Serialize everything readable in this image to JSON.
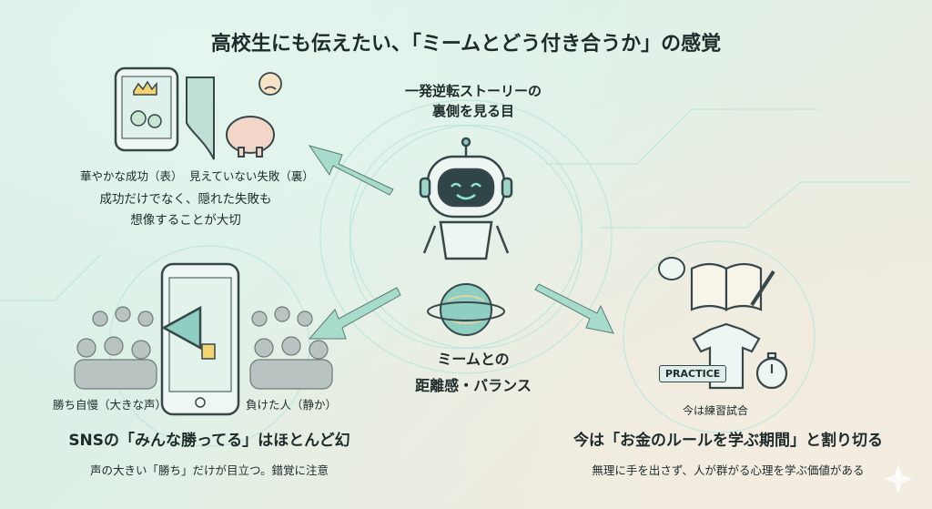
{
  "title": "高校生にも伝えたい、「ミームとどう付き合うか」の感覚",
  "top_left": {
    "label_front": "華やかな成功（表）",
    "label_back": "見えていない失敗（裏）",
    "message_line1": "成功だけでなく、隠れた失敗も",
    "message_line2": "想像することが大切"
  },
  "center": {
    "top_line1": "一発逆転ストーリーの",
    "top_line2": "裏側を見る目",
    "bottom_line1": "ミームとの",
    "bottom_line2": "距離感・バランス"
  },
  "bottom_left": {
    "label_left": "勝ち自慢（大きな声）",
    "label_right": "負けた人（静か）",
    "heading": "SNSの「みんな勝ってる」はほとんど幻",
    "sub": "声の大きい「勝ち」だけが目立つ。錯覚に注意"
  },
  "bottom_right": {
    "practice_tag": "PRACTICE",
    "label": "今は練習試合",
    "heading": "今は「お金のルールを学ぶ期間」と割り切る",
    "sub": "無理に手を出さず、人が群がる心理を学ぶ価値がある"
  },
  "colors": {
    "accent": "#7fd0bf",
    "arrow": "#a7dccd",
    "outline": "#37474a"
  }
}
